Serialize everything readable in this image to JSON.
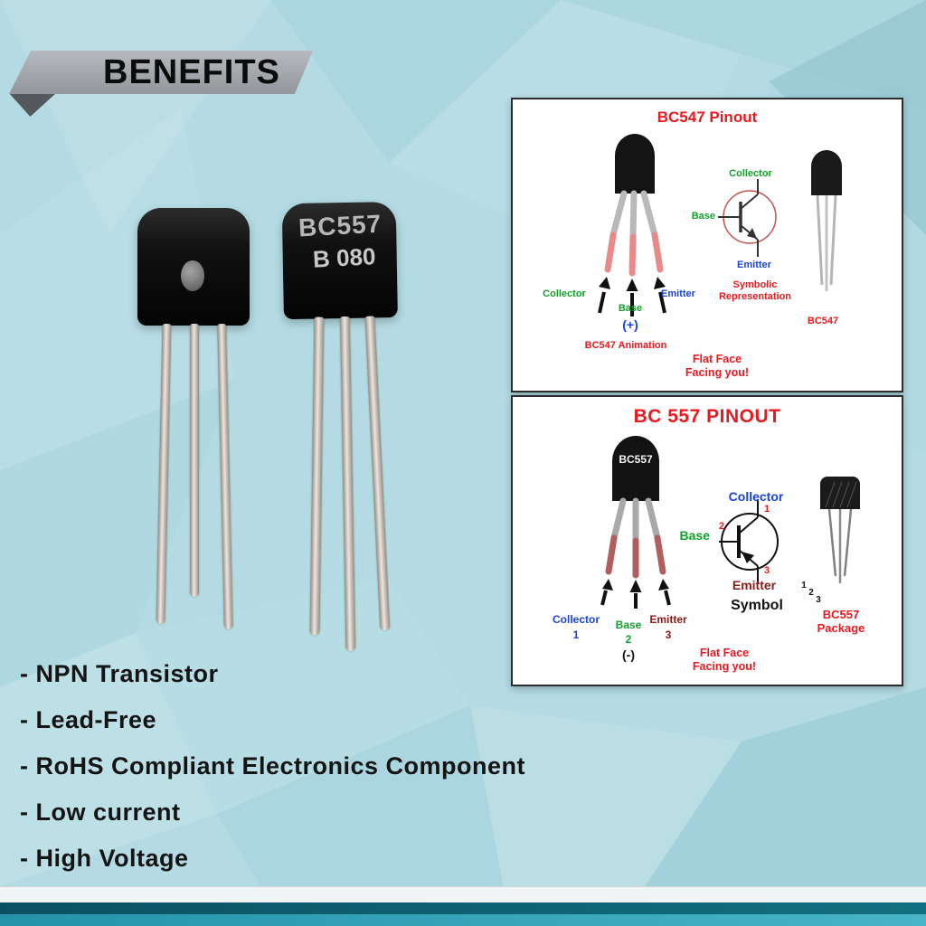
{
  "header": {
    "title": "BENEFITS"
  },
  "product_photo": {
    "marking_line1": "BC557",
    "marking_line2": "B 080"
  },
  "bc547_panel": {
    "title": "BC547 Pinout",
    "labels": {
      "collector": "Collector",
      "base": "Base",
      "base_polarity": "(+)",
      "emitter": "Emitter"
    },
    "animation_caption": "BC547 Animation",
    "symbol": {
      "collector": "Collector",
      "base": "Base",
      "emitter": "Emitter",
      "caption": "Symbolic\nRepresentation"
    },
    "package_caption": "BC547",
    "note": "Flat Face\nFacing you!"
  },
  "bc557_panel": {
    "title": "BC 557 PINOUT",
    "body_marking": "BC557",
    "labels": {
      "collector": "Collector",
      "collector_pin": "1",
      "base": "Base",
      "base_pin": "2",
      "base_polarity": "(-)",
      "emitter": "Emitter",
      "emitter_pin": "3"
    },
    "symbol": {
      "collector": "Collector",
      "collector_pin": "1",
      "base": "Base",
      "base_pin": "2",
      "emitter": "Emitter",
      "emitter_pin": "3",
      "caption": "Symbol"
    },
    "package": {
      "pin1": "1",
      "pin2": "2",
      "pin3": "3",
      "caption": "BC557\nPackage"
    },
    "note": "Flat Face\nFacing you!"
  },
  "benefits": {
    "items": [
      "- NPN Transistor",
      "- Lead-Free",
      "- RoHS Compliant Electronics Component",
      "- Low current",
      "- High Voltage"
    ]
  },
  "colors": {
    "red": "#e8191f",
    "green": "#12a02c",
    "blue": "#1b43d8",
    "maroon": "#8b1a1a",
    "background": "#b4dbe3",
    "banner_gray": "#9a9ea2",
    "stripe_dark_teal": "#0a5163",
    "stripe_teal": "#2493a9"
  }
}
